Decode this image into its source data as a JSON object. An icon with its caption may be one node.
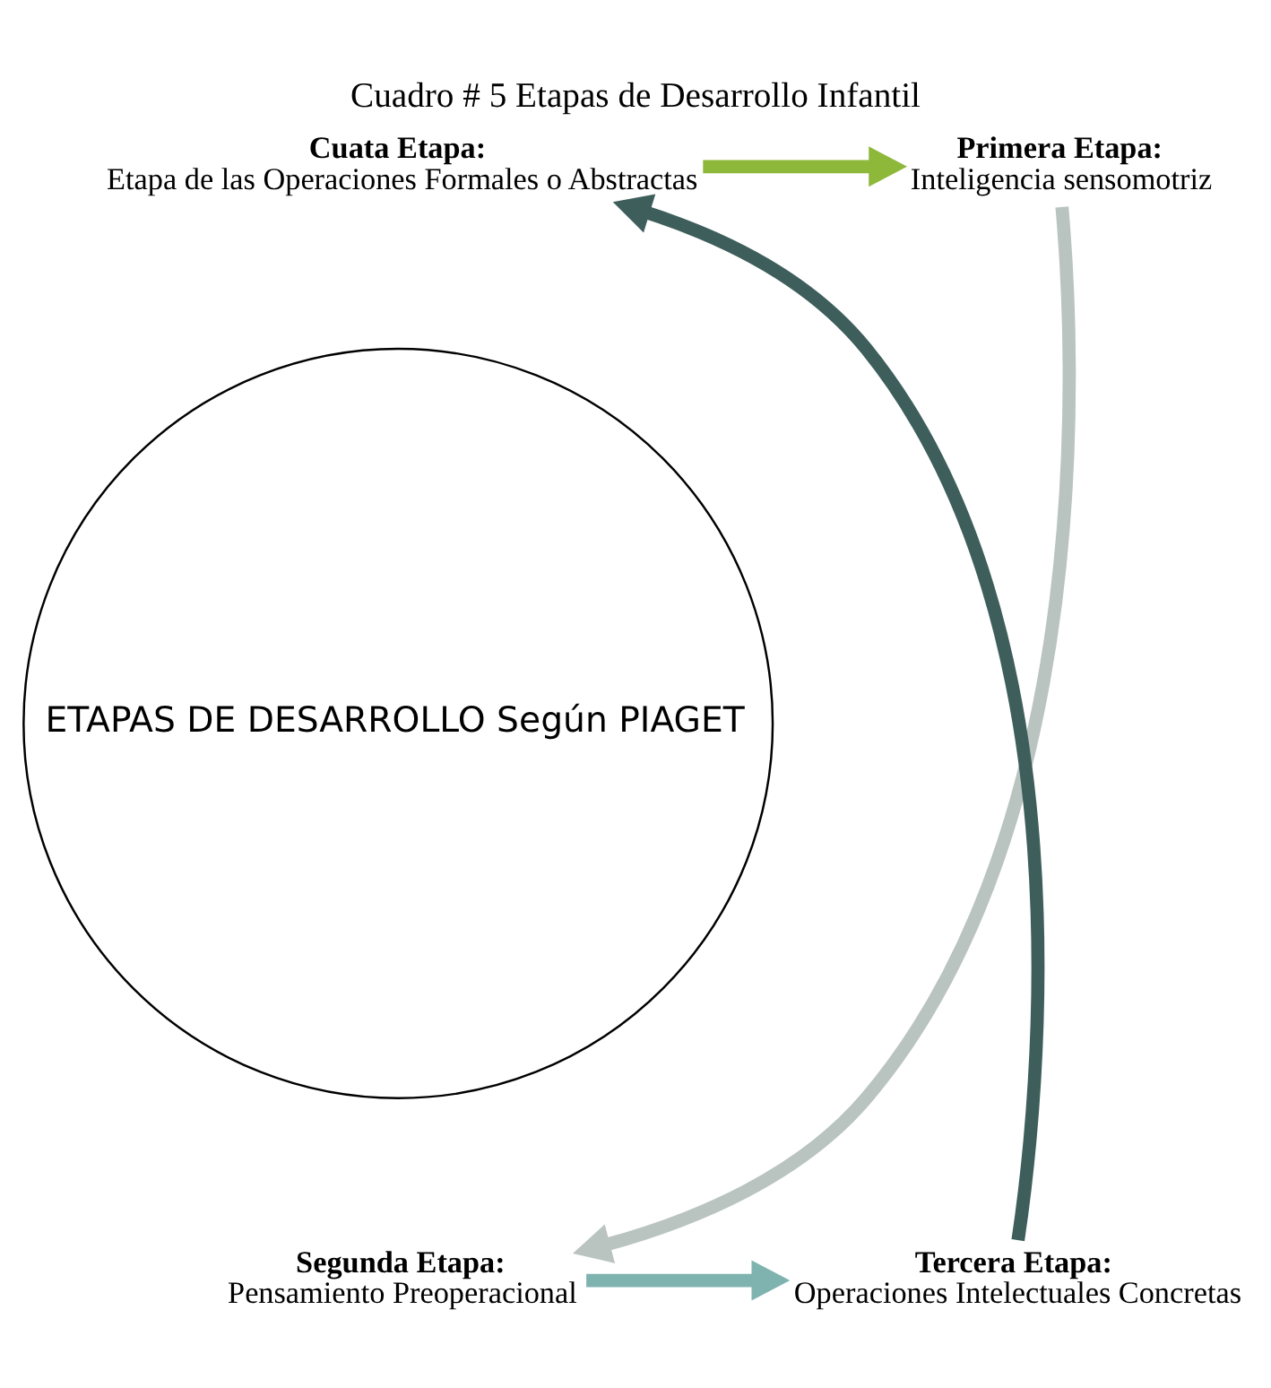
{
  "diagram": {
    "title": "Cuadro # 5 Etapas de Desarrollo Infantil",
    "nodes": [
      {
        "text": [
          "Cuata Etapa:",
          "Etapa de las Operaciones Formales o Abstractas"
        ]
      },
      {
        "text": [
          "Primera Etapa:",
          "Inteligencia sensomotriz"
        ]
      },
      {
        "text": [
          "ETAPAS DE DESARROLLO Según PIAGET"
        ]
      },
      {
        "text": [
          "Segunda Etapa:",
          "Pensamiento Preoperacional"
        ]
      },
      {
        "text": [
          "Tercera Etapa:",
          "Operaciones Intelectuales Concretas"
        ]
      }
    ],
    "edges": [
      {
        "from": 0,
        "to": 1,
        "arrow": "to",
        "color": "#8db83a"
      },
      {
        "from": 1,
        "to": 3,
        "arrow": "to",
        "color": "#b9c4c0"
      },
      {
        "from": 3,
        "to": 4,
        "arrow": "to",
        "color": "#7fb3b0"
      },
      {
        "from": 4,
        "to": 0,
        "arrow": "to",
        "color": "#3e5e5c"
      }
    ]
  }
}
